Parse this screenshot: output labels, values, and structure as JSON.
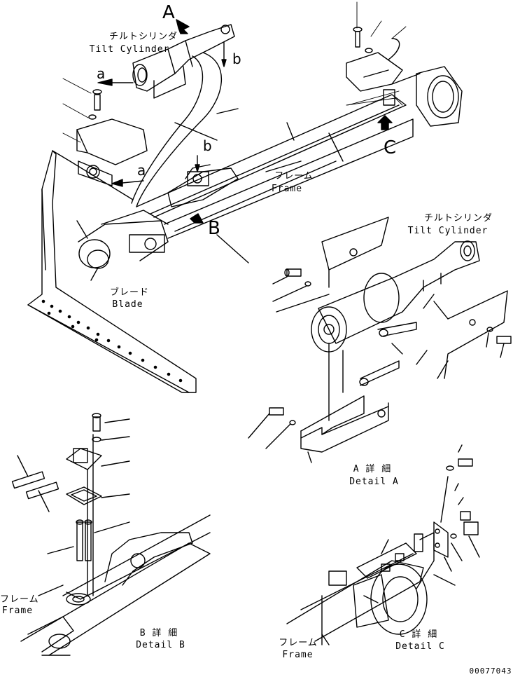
{
  "labels": {
    "tilt_cylinder_top_jp": "チルトシリンダ",
    "tilt_cylinder_top_en": "Tilt Cylinder",
    "frame_main_jp": "フレーム",
    "frame_main_en": "Frame",
    "blade_jp": "ブレード",
    "blade_en": "Blade",
    "tilt_cylinder_detailA_jp": "チルトシリンダ",
    "tilt_cylinder_detailA_en": "Tilt Cylinder",
    "detail_a_jp": "A 詳 細",
    "detail_a_en": "Detail A",
    "frame_detailB_jp": "フレーム",
    "frame_detailB_en": "Frame",
    "detail_b_jp": "B 詳 細",
    "detail_b_en": "Detail B",
    "frame_detailC_jp": "フレーム",
    "frame_detailC_en": "Frame",
    "detail_c_jp": "C 詳 細",
    "detail_c_en": "Detail C",
    "callout_A": "A",
    "callout_B": "B",
    "callout_C": "C",
    "callout_a_left": "a",
    "callout_a_mid": "a",
    "callout_b_top": "b",
    "callout_b_mid": "b",
    "drawing_number": "00077043"
  }
}
